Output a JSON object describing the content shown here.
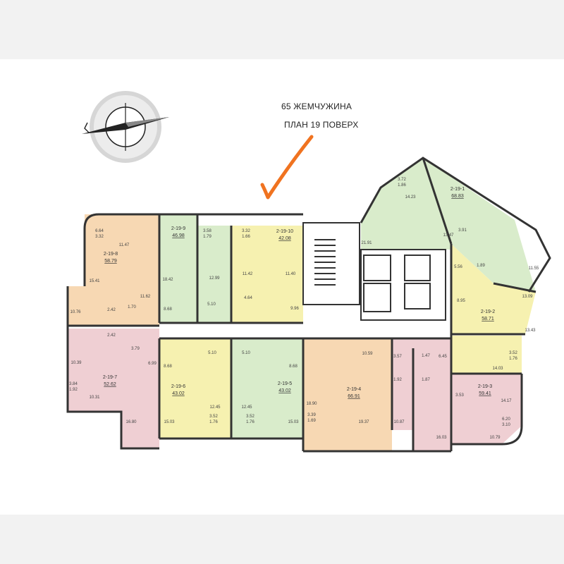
{
  "header": {
    "title_line1": "65 ЖЕМЧУЖИНА",
    "title_line2": "ПЛАН 19 ПОВЕРХ"
  },
  "colors": {
    "green": "#d9eccb",
    "yellow": "#f6f1b0",
    "orange": "#f7d8b3",
    "pink": "#efcfd3",
    "core": "#ffffff",
    "wall": "#333333",
    "check": "#f07320"
  },
  "icons": [
    "compass-rose-icon",
    "checkmark-annotation-icon"
  ],
  "apartments": [
    {
      "id": "2-19-1",
      "area": "68.83"
    },
    {
      "id": "2-19-2",
      "area": "58.71"
    },
    {
      "id": "2-19-3",
      "area": "59.41"
    },
    {
      "id": "2-19-4",
      "area": "66.91"
    },
    {
      "id": "2-19-5",
      "area": "43.02"
    },
    {
      "id": "2-19-6",
      "area": "43.02"
    },
    {
      "id": "2-19-7",
      "area": "52.62"
    },
    {
      "id": "2-19-8",
      "area": "58.79"
    },
    {
      "id": "2-19-9",
      "area": "46.98"
    },
    {
      "id": "2-19-10",
      "area": "42.08"
    }
  ],
  "room_areas": [
    "6.64",
    "3.32",
    "11.47",
    "15.41",
    "10.76",
    "11.62",
    "2.42",
    "1.70",
    "2.42",
    "3.79",
    "6.99",
    "10.39",
    "3.84",
    "1.92",
    "10.31",
    "16.80",
    "18.42",
    "8.68",
    "3.58",
    "1.79",
    "12.99",
    "5.10",
    "3.32",
    "1.66",
    "11.42",
    "4.64",
    "11.40",
    "9.96",
    "8.68",
    "5.10",
    "5.10",
    "8.68",
    "12.45",
    "12.45",
    "3.52",
    "1.76",
    "3.52",
    "1.76",
    "15.03",
    "15.03",
    "18.90",
    "10.59",
    "3.39",
    "1.69",
    "19.37",
    "3.57",
    "1.92",
    "1.47",
    "10.87",
    "1.87",
    "6.45",
    "16.03",
    "21.91",
    "3.72",
    "1.86",
    "14.23",
    "13.47",
    "3.91",
    "5.56",
    "1.89",
    "11.55",
    "13.09",
    "8.95",
    "13.43",
    "3.52",
    "1.76",
    "14.03",
    "3.53",
    "14.17",
    "6.20",
    "3.10",
    "10.79"
  ]
}
